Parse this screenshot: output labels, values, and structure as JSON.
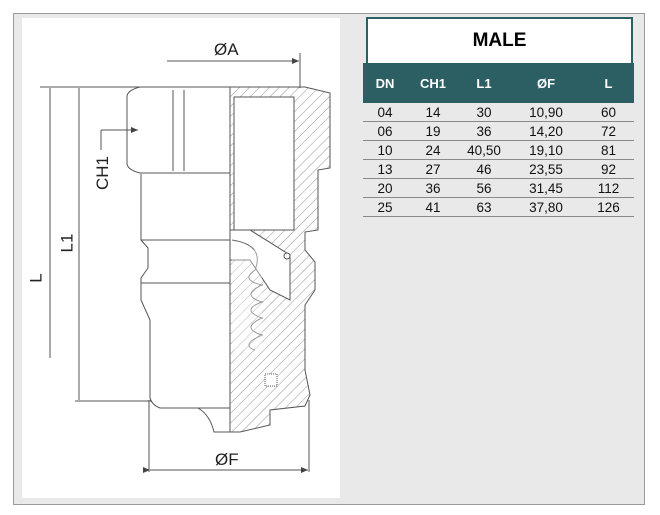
{
  "drawing": {
    "labels": {
      "diameter_a": "ØA",
      "diameter_f": "ØF",
      "length_l": "L",
      "length_l1": "L1",
      "hex_ch1": "CH1"
    }
  },
  "table": {
    "title": "MALE",
    "headers": [
      "DN",
      "CH1",
      "L1",
      "ØF",
      "L"
    ],
    "rows": [
      [
        "04",
        "14",
        "30",
        "10,90",
        "60"
      ],
      [
        "06",
        "19",
        "36",
        "14,20",
        "72"
      ],
      [
        "10",
        "24",
        "40,50",
        "19,10",
        "81"
      ],
      [
        "13",
        "27",
        "46",
        "23,55",
        "92"
      ],
      [
        "20",
        "36",
        "56",
        "31,45",
        "112"
      ],
      [
        "25",
        "41",
        "63",
        "37,80",
        "126"
      ]
    ]
  },
  "colors": {
    "header_bg": "#2c5f63",
    "frame_bg": "#e9e9e9"
  }
}
